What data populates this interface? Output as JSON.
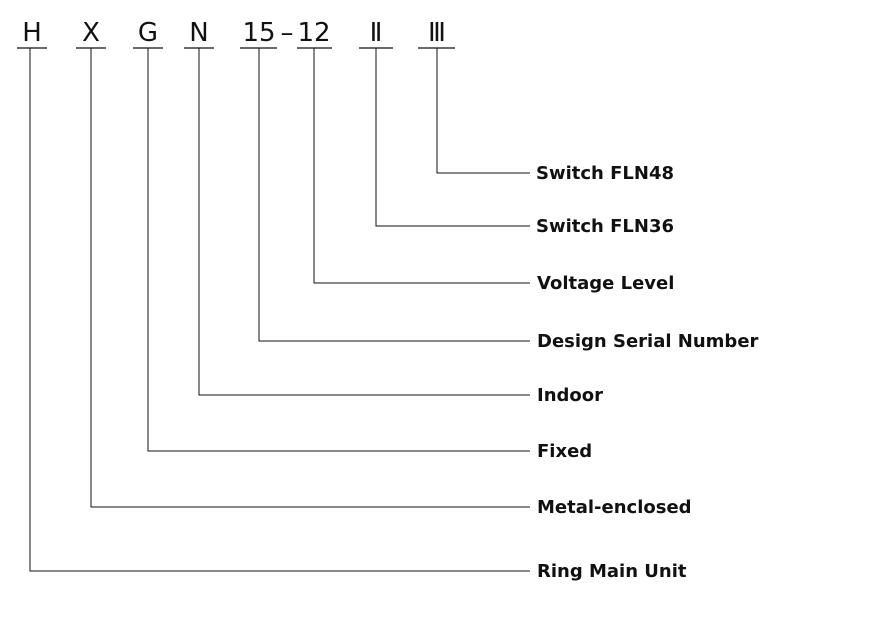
{
  "code": {
    "segments": [
      {
        "text": "H"
      },
      {
        "text": "X"
      },
      {
        "text": "G"
      },
      {
        "text": "N"
      },
      {
        "text": "15"
      },
      {
        "text": "12"
      },
      {
        "text": "Ⅱ"
      },
      {
        "text": "Ⅲ"
      }
    ],
    "dash": "–"
  },
  "labels": [
    {
      "text": "Switch FLN48"
    },
    {
      "text": "Switch FLN36"
    },
    {
      "text": "Voltage Level"
    },
    {
      "text": "Design Serial Number"
    },
    {
      "text": "Indoor"
    },
    {
      "text": "Fixed"
    },
    {
      "text": "Metal-enclosed"
    },
    {
      "text": "Ring Main Unit"
    }
  ]
}
